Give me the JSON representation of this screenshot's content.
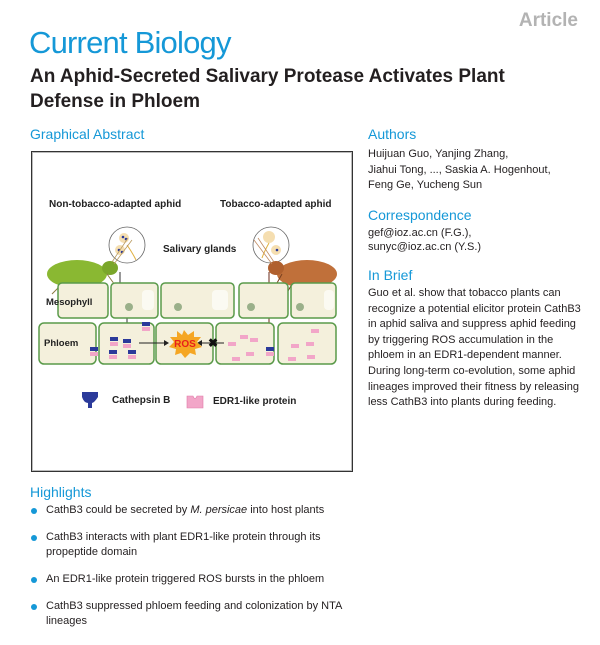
{
  "header": {
    "article_type": "Article",
    "journal": "Current Biology",
    "title_line1": "An Aphid-Secreted Salivary Protease Activates Plant",
    "title_line2": "Defense in Phloem"
  },
  "graphical_abstract": {
    "heading": "Graphical Abstract",
    "labels": {
      "nta": "Non-tobacco-adapted aphid",
      "ta": "Tobacco-adapted aphid",
      "glands": "Salivary glands",
      "mesophyll": "Mesophyll",
      "phloem": "Phloem",
      "ros": "ROS",
      "cathepsin": "Cathepsin B",
      "edr1": "EDR1-like protein"
    }
  },
  "authors": {
    "heading": "Authors",
    "lines": [
      "Huijuan Guo, Yanjing Zhang,",
      "Jiahui Tong, ..., Saskia A. Hogenhout,",
      "Feng Ge, Yucheng Sun"
    ]
  },
  "correspondence": {
    "heading": "Correspondence",
    "lines": [
      "gef@ioz.ac.cn (F.G.),",
      "sunyc@ioz.ac.cn (Y.S.)"
    ]
  },
  "in_brief": {
    "heading": "In Brief",
    "text": "Guo et al. show that tobacco plants can recognize a potential elicitor protein CathB3 in aphid saliva and suppress aphid feeding by triggering ROS accumulation in the phloem in an EDR1-dependent manner. During long-term co-evolution, some aphid lineages improved their fitness by releasing less CathB3 into plants during feeding."
  },
  "highlights": {
    "heading": "Highlights",
    "items": [
      {
        "pre": "CathB3 could be secreted by ",
        "em": "M. persicae",
        "post": " into host plants"
      },
      {
        "pre": "CathB3 interacts with plant EDR1-like protein through its propeptide domain",
        "em": "",
        "post": ""
      },
      {
        "pre": "An EDR1-like protein triggered ROS bursts in the phloem",
        "em": "",
        "post": ""
      },
      {
        "pre": "CathB3 suppressed phloem feeding and colonization by NTA lineages",
        "em": "",
        "post": ""
      }
    ]
  },
  "colors": {
    "accent": "#1598d7",
    "cell_border": "#5a9a4a",
    "cell_fill": "#f4f0dc",
    "cathepsin": "#2b3a9a",
    "edr1": "#f2a6c8",
    "ros": "#f5a623"
  }
}
